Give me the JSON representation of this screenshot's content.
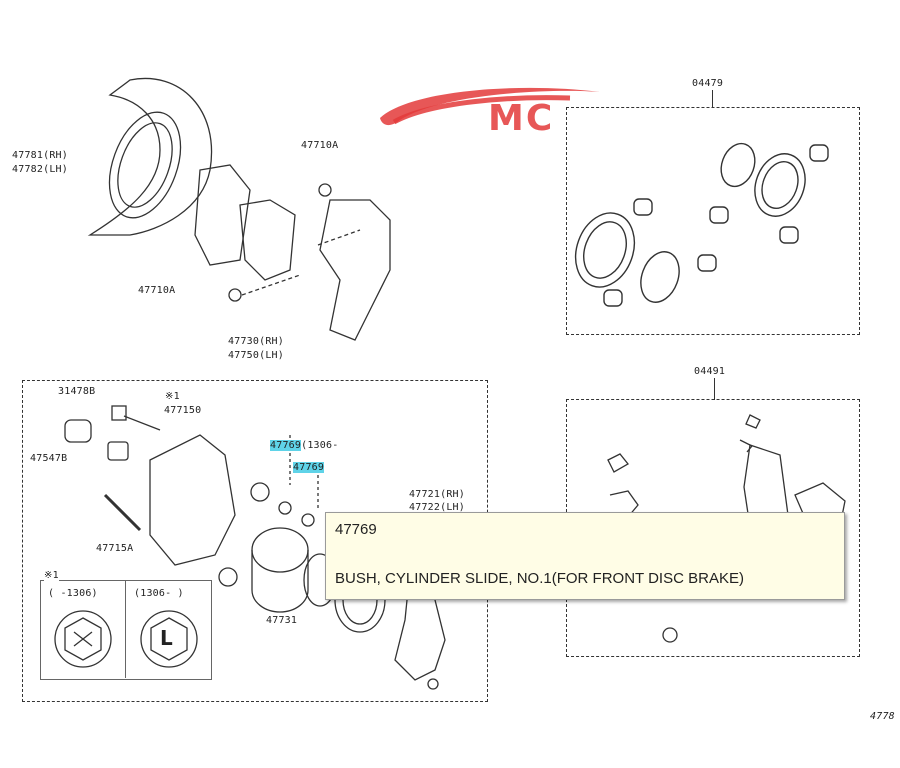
{
  "logo": {
    "text": "MC",
    "color": "#e33a3a"
  },
  "labels": {
    "shield_rh": "47781(RH)",
    "shield_lh": "47782(LH)",
    "bolt_top": "47710A",
    "bolt_mid": "47710A",
    "caliper_rh": "47730(RH)",
    "caliper_lh": "47750(LH)",
    "bleeder": "31478B",
    "note_star1": "※1",
    "bush_part": "477150",
    "plug": "47547B",
    "bolt_slide": "47715A",
    "part_47769_a": "47769",
    "part_47769_a_suffix": "(1306-",
    "part_47769_b": "47769",
    "piston": "47731",
    "cyl_rh": "47721(RH)",
    "cyl_lh": "47722(LH)",
    "kit_top": "04479",
    "kit_bottom": "04491",
    "legend_star": "※1",
    "legend_col1": "( -1306)",
    "legend_col2": "(1306- )",
    "legend_L": "L",
    "corner": "4778"
  },
  "tooltip": {
    "part_number": "47769",
    "description": "BUSH, CYLINDER SLIDE, NO.1(FOR FRONT DISC BRAKE)"
  },
  "colors": {
    "highlight": "#5fd3e8",
    "tooltip_bg": "#fffde6"
  }
}
